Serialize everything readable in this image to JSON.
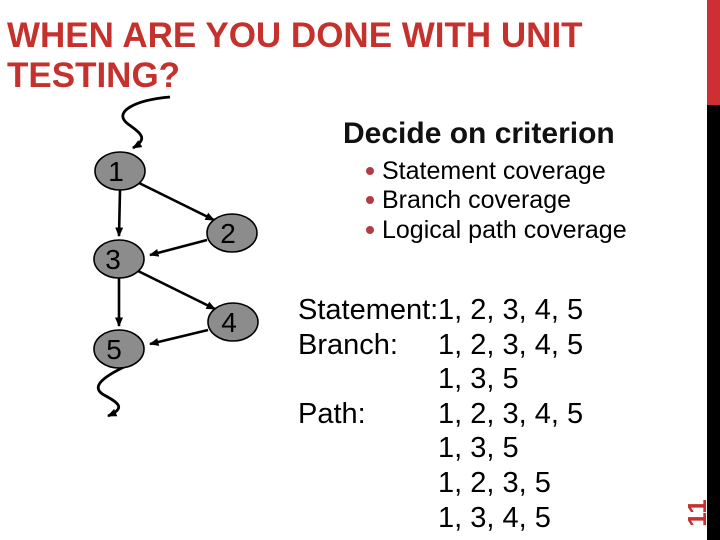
{
  "slide": {
    "title": {
      "line1": "WHEN ARE YOU DONE WITH UNIT",
      "line2": "TESTING?"
    },
    "heading": "Decide on criterion",
    "bullets": [
      "Statement coverage",
      "Branch coverage",
      "Logical path coverage"
    ],
    "coverage": {
      "rows": [
        {
          "label": "Statement:",
          "value": "1, 2, 3, 4, 5"
        },
        {
          "label": "Branch:",
          "value": "1, 2, 3, 4, 5"
        },
        {
          "label": "",
          "value": "1, 3, 5"
        },
        {
          "label": "Path:",
          "value": "1, 2, 3, 4, 5"
        },
        {
          "label": "",
          "value": "1, 3, 5"
        },
        {
          "label": "",
          "value": "1, 2, 3, 5"
        },
        {
          "label": "",
          "value": "1, 3, 4, 5"
        }
      ]
    },
    "diagram": {
      "nodes": [
        {
          "label": "1"
        },
        {
          "label": "2"
        },
        {
          "label": "3"
        },
        {
          "label": "4"
        },
        {
          "label": "5"
        }
      ],
      "edges": [
        "1-3",
        "1-2",
        "2-3",
        "3-5",
        "3-4",
        "4-5"
      ],
      "entry": "squiggle-arrow-into-1",
      "exit": "squiggle-arrow-out-of-5"
    },
    "page_number": "11",
    "colors": {
      "title_red": "#C5312D",
      "bar_red": "#CD2F35",
      "bar_black": "#000000",
      "bullet_red": "#B43B43",
      "node_gray": "#8C8C8C",
      "text_black": "#000000"
    }
  }
}
